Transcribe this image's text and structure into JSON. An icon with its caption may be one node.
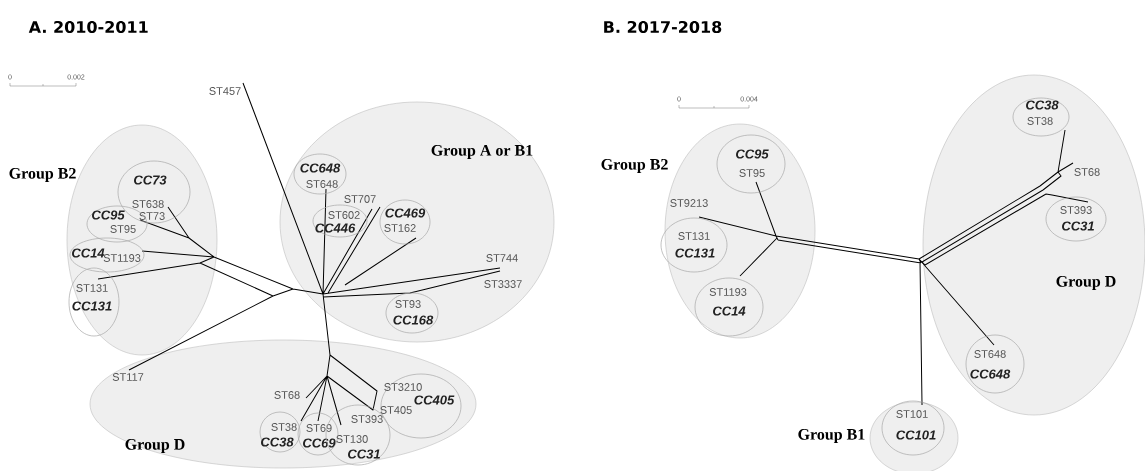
{
  "diagram": {
    "nodes": [
      {
        "text": [
          "Group B2"
        ]
      },
      {
        "text": [
          "CC73",
          "ST638",
          "ST73"
        ],
        "in": 0
      },
      {
        "text": [
          "CC95",
          "ST95"
        ],
        "in": 0
      },
      {
        "text": [
          "CC14",
          "ST1193"
        ],
        "in": 0
      },
      {
        "text": [
          "ST131",
          "CC131"
        ],
        "in": 0
      },
      {
        "text": [
          "Group A or B1"
        ]
      },
      {
        "text": [
          "CC648",
          "ST648"
        ],
        "in": 5
      },
      {
        "text": [
          "ST602",
          "CC446"
        ],
        "in": 5
      },
      {
        "text": [
          "CC469",
          "ST162"
        ],
        "in": 5
      },
      {
        "text": [
          "ST93",
          "CC168"
        ],
        "in": 5
      },
      {
        "text": [
          "Group D"
        ]
      },
      {
        "text": [
          "ST3210",
          "CC405",
          "ST405"
        ],
        "in": 10
      },
      {
        "text": [
          "ST38",
          "CC38"
        ],
        "in": 10
      },
      {
        "text": [
          "ST69",
          "CC69"
        ],
        "in": 10
      },
      {
        "text": [
          "ST393",
          "ST130",
          "CC31"
        ],
        "in": 10
      },
      {
        "text": [
          "Group B2"
        ]
      },
      {
        "text": [
          "CC95",
          "ST95"
        ],
        "in": 15
      },
      {
        "text": [
          "ST131",
          "CC131"
        ],
        "in": 15
      },
      {
        "text": [
          "ST1193",
          "CC14"
        ],
        "in": 15
      },
      {
        "text": [
          "Group D"
        ]
      },
      {
        "text": [
          "CC38",
          "ST38"
        ],
        "in": 19
      },
      {
        "text": [
          "ST393",
          "CC31"
        ],
        "in": 19
      },
      {
        "text": [
          "ST648",
          "CC648"
        ],
        "in": 19
      },
      {
        "text": [
          "Group B1"
        ]
      },
      {
        "text": [
          "ST101",
          "CC101"
        ],
        "in": 23
      }
    ],
    "labels": [
      "A. 2010-2011",
      "B. 2017-2018",
      "0",
      "0.002",
      "0",
      "0.004",
      "ST457",
      "ST707",
      "ST9213",
      "ST68",
      "ST744",
      "ST3337",
      "ST117",
      "ST68"
    ]
  }
}
